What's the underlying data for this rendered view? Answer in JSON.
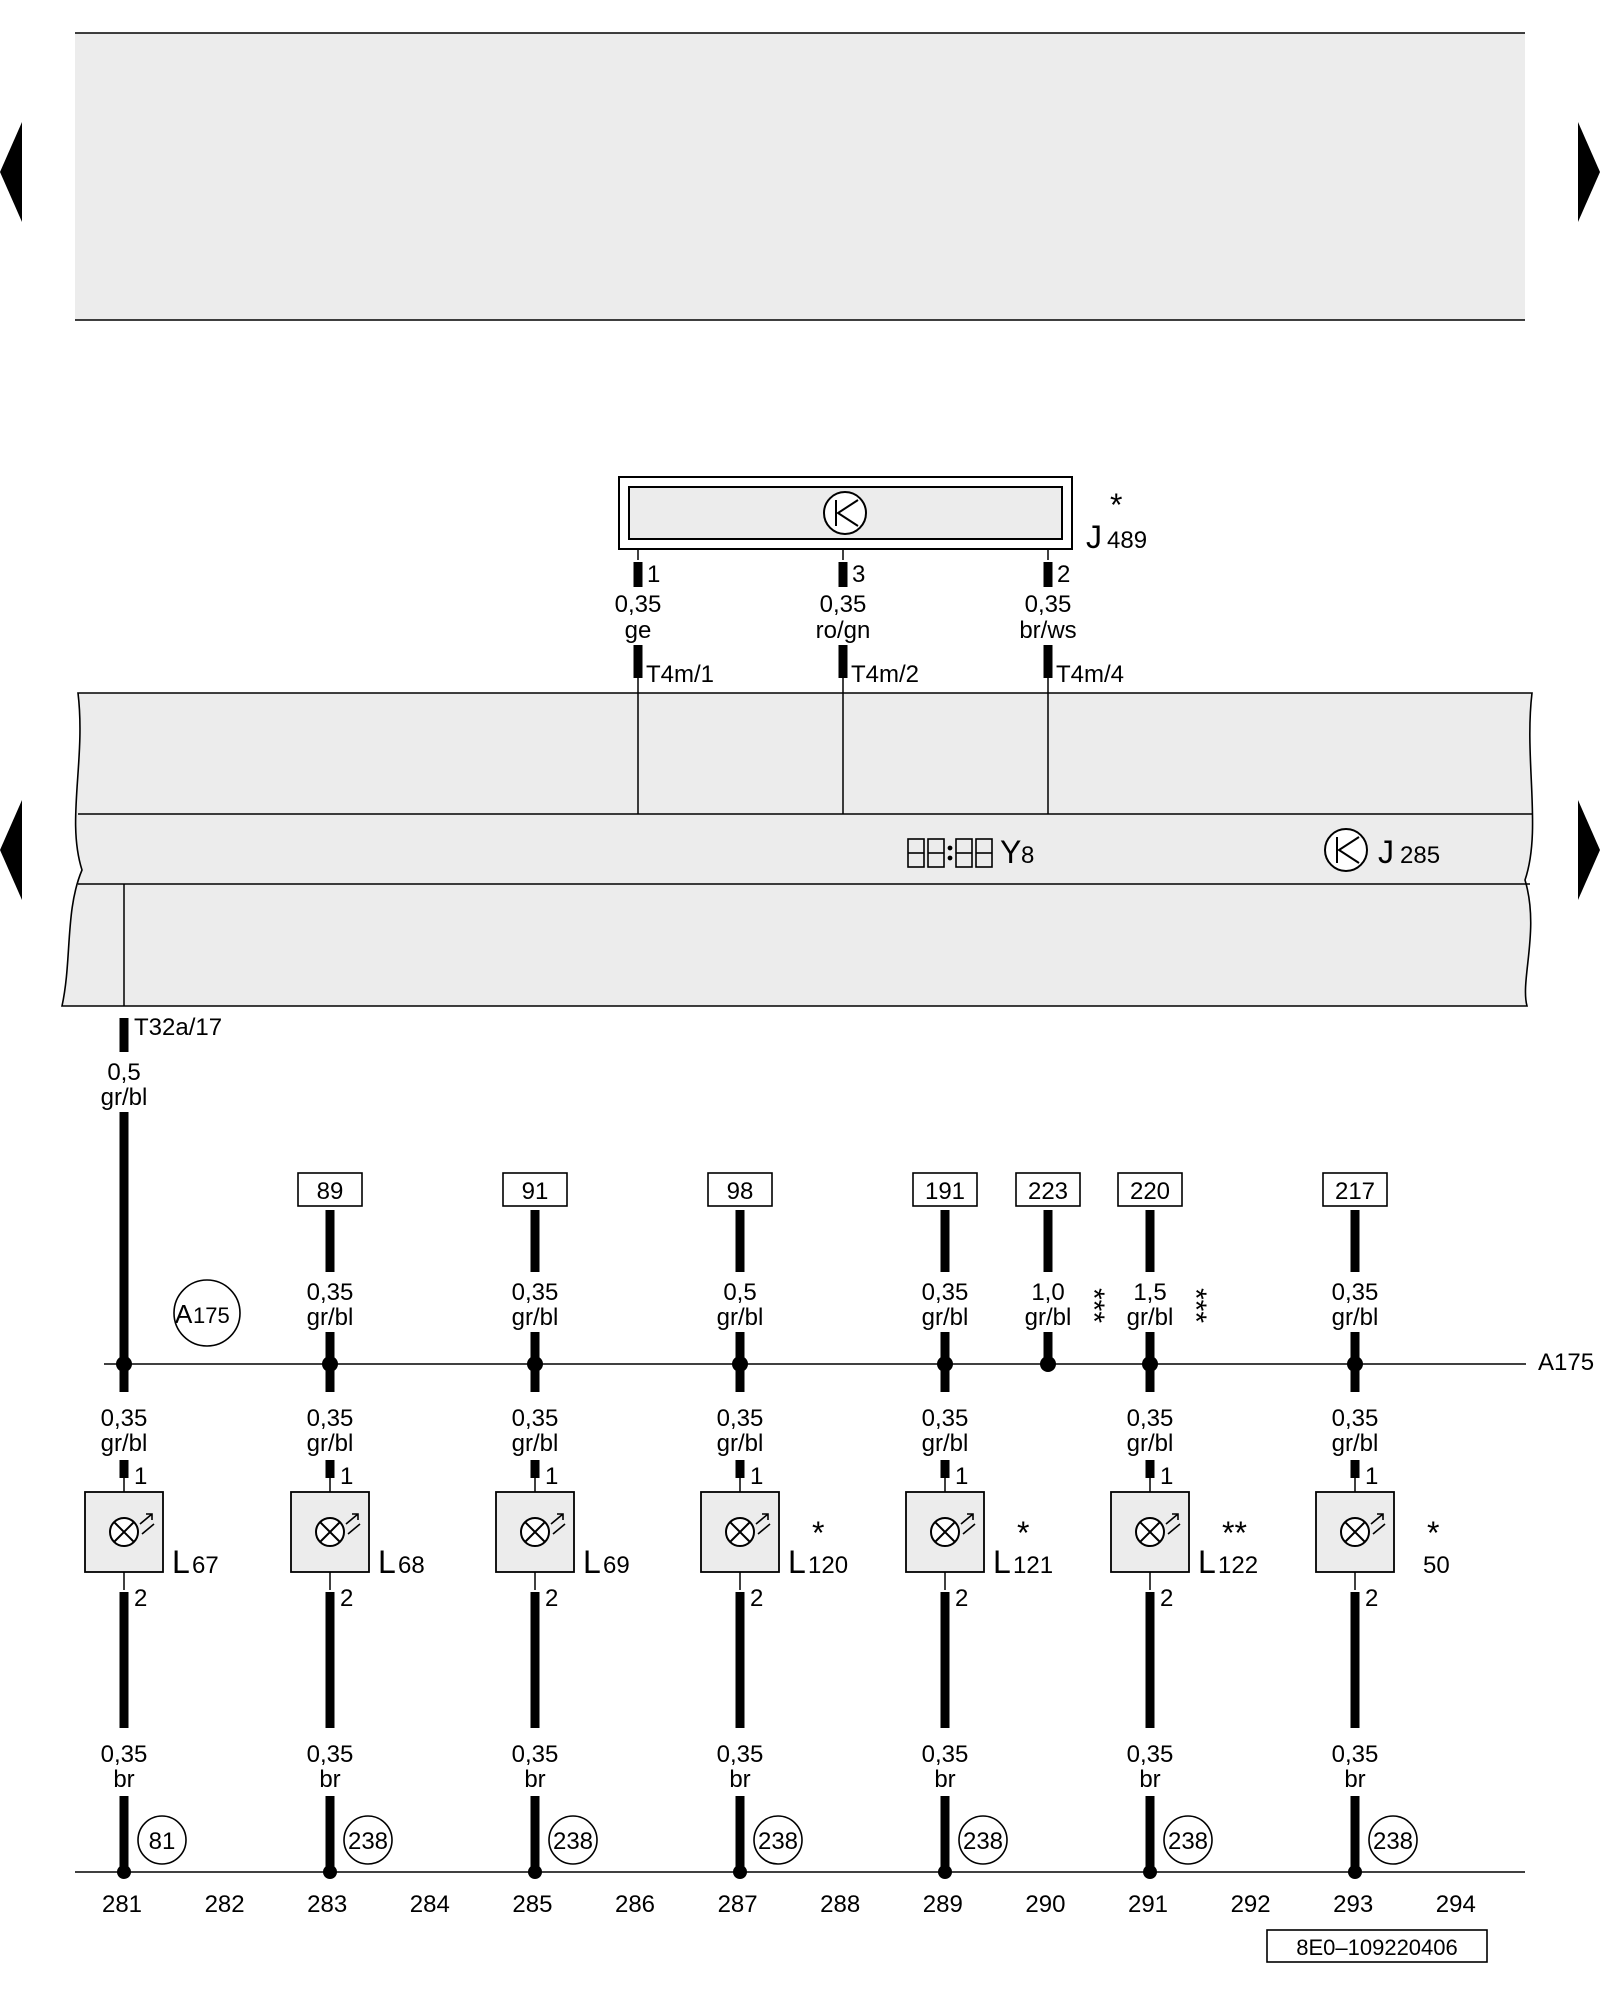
{
  "page_nav": {
    "left_arrow": "previous-page-arrow",
    "right_arrow": "next-page-arrow"
  },
  "colors": {
    "panel_fill": "#ececec",
    "line": "#000000"
  },
  "component_J489": {
    "ref": "J",
    "sub": "489",
    "mark": "*",
    "icon": "clock-icon",
    "pins": [
      {
        "pin": "1",
        "size": "0,35",
        "color": "ge",
        "conn": "T4m/1"
      },
      {
        "pin": "3",
        "size": "0,35",
        "color": "ro/gn",
        "conn": "T4m/2"
      },
      {
        "pin": "2",
        "size": "0,35",
        "color": "br/ws",
        "conn": "T4m/4"
      }
    ]
  },
  "instrument": {
    "display_icon": "digital-display-icon",
    "display_ref": "Y",
    "display_sub": "8",
    "clock_icon": "clock-icon",
    "clock_ref": "J",
    "clock_sub": "285",
    "connector": "T32a/17",
    "wire_size": "0,5",
    "wire_color": "gr/bl"
  },
  "bus": {
    "label": "A175",
    "circle_ref": "A",
    "circle_sub": "175"
  },
  "branches": [
    {
      "ref": "89",
      "size": "0,35",
      "color": "gr/bl",
      "mark": ""
    },
    {
      "ref": "91",
      "size": "0,35",
      "color": "gr/bl",
      "mark": ""
    },
    {
      "ref": "98",
      "size": "0,5",
      "color": "gr/bl",
      "mark": ""
    },
    {
      "ref": "191",
      "size": "0,35",
      "color": "gr/bl",
      "mark": ""
    },
    {
      "ref": "223",
      "size": "1,0",
      "color": "gr/bl",
      "mark": "***"
    },
    {
      "ref": "220",
      "size": "1,5",
      "color": "gr/bl",
      "mark": "***"
    },
    {
      "ref": "217",
      "size": "0,35",
      "color": "gr/bl",
      "mark": ""
    }
  ],
  "lamps": [
    {
      "letter": "L",
      "sub": "67",
      "mark": "",
      "size_in": "0,35",
      "color_in": "gr/bl",
      "pin_in": "1",
      "pin_out": "2",
      "size_out": "0,35",
      "color_out": "br",
      "ground": "81"
    },
    {
      "letter": "L",
      "sub": "68",
      "mark": "",
      "size_in": "0,35",
      "color_in": "gr/bl",
      "pin_in": "1",
      "pin_out": "2",
      "size_out": "0,35",
      "color_out": "br",
      "ground": "238"
    },
    {
      "letter": "L",
      "sub": "69",
      "mark": "",
      "size_in": "0,35",
      "color_in": "gr/bl",
      "pin_in": "1",
      "pin_out": "2",
      "size_out": "0,35",
      "color_out": "br",
      "ground": "238"
    },
    {
      "letter": "L",
      "sub": "120",
      "mark": "*",
      "size_in": "0,35",
      "color_in": "gr/bl",
      "pin_in": "1",
      "pin_out": "2",
      "size_out": "0,35",
      "color_out": "br",
      "ground": "238"
    },
    {
      "letter": "L",
      "sub": "121",
      "mark": "*",
      "size_in": "0,35",
      "color_in": "gr/bl",
      "pin_in": "1",
      "pin_out": "2",
      "size_out": "0,35",
      "color_out": "br",
      "ground": "238"
    },
    {
      "letter": "L",
      "sub": "122",
      "mark": "**",
      "size_in": "0,35",
      "color_in": "gr/bl",
      "pin_in": "1",
      "pin_out": "2",
      "size_out": "0,35",
      "color_out": "br",
      "ground": "238"
    },
    {
      "letter": "",
      "sub": "50",
      "mark": "*",
      "size_in": "0,35",
      "color_in": "gr/bl",
      "pin_in": "1",
      "pin_out": "2",
      "size_out": "0,35",
      "color_out": "br",
      "ground": "238"
    }
  ],
  "track_numbers": [
    "281",
    "282",
    "283",
    "284",
    "285",
    "286",
    "287",
    "288",
    "289",
    "290",
    "291",
    "292",
    "293",
    "294"
  ],
  "diagram_id": "8E0–109220406"
}
